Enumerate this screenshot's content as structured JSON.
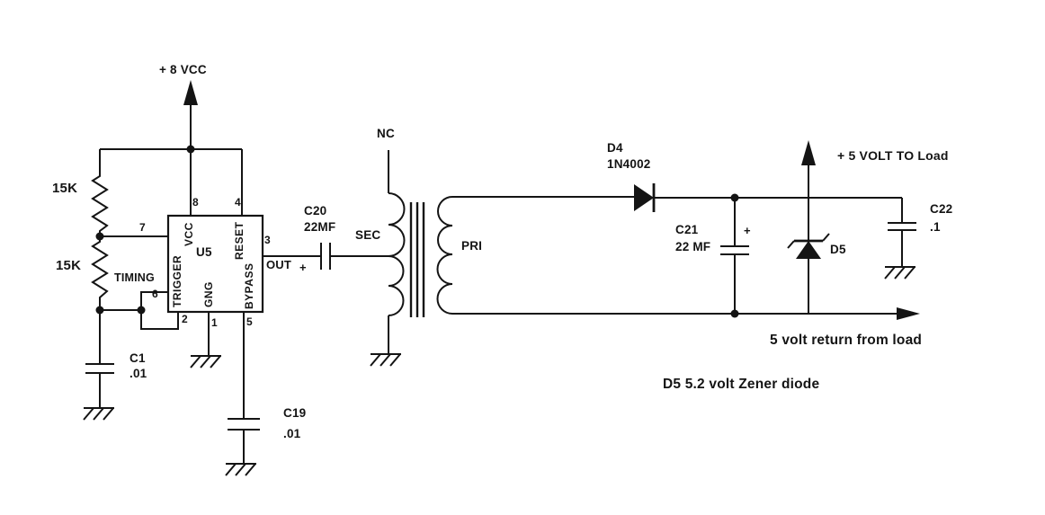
{
  "canvas": {
    "ink": "#141414",
    "paper": "#ffffff"
  },
  "power": {
    "rail_label": "+ 8 VCC"
  },
  "resistors": {
    "top": "15K",
    "bottom": "15K"
  },
  "timer": {
    "ref": "U5",
    "timing_label": "TIMING",
    "pin_names": {
      "vcc": "VCC",
      "reset": "RESET",
      "trigger": "TRIGGER",
      "gnd": "GNG",
      "bypass": "BYPASS",
      "out": "OUT"
    },
    "pin_numbers": {
      "p1": "1",
      "p2": "2",
      "p3": "3",
      "p4": "4",
      "p5": "5",
      "p6": "6",
      "p7": "7",
      "p8": "8"
    }
  },
  "capacitors": {
    "c1": {
      "ref": "C1",
      "value": ".01"
    },
    "c19": {
      "ref": "C19",
      "value": ".01"
    },
    "c20": {
      "ref": "C20",
      "value": "22MF",
      "polarity": "+"
    },
    "c21": {
      "ref": "C21",
      "value": "22 MF",
      "polarity": "+"
    },
    "c22": {
      "ref": "C22",
      "value": ".1"
    }
  },
  "transformer": {
    "nc_label": "NC",
    "sec_label": "SEC",
    "pri_label": "PRI"
  },
  "diodes": {
    "d4": {
      "ref": "D4",
      "part": "1N4002"
    },
    "d5": {
      "ref": "D5"
    }
  },
  "output": {
    "to_load": "+ 5 VOLT TO Load",
    "return_line": "5 volt return from load"
  },
  "note": "D5 5.2 volt Zener diode"
}
